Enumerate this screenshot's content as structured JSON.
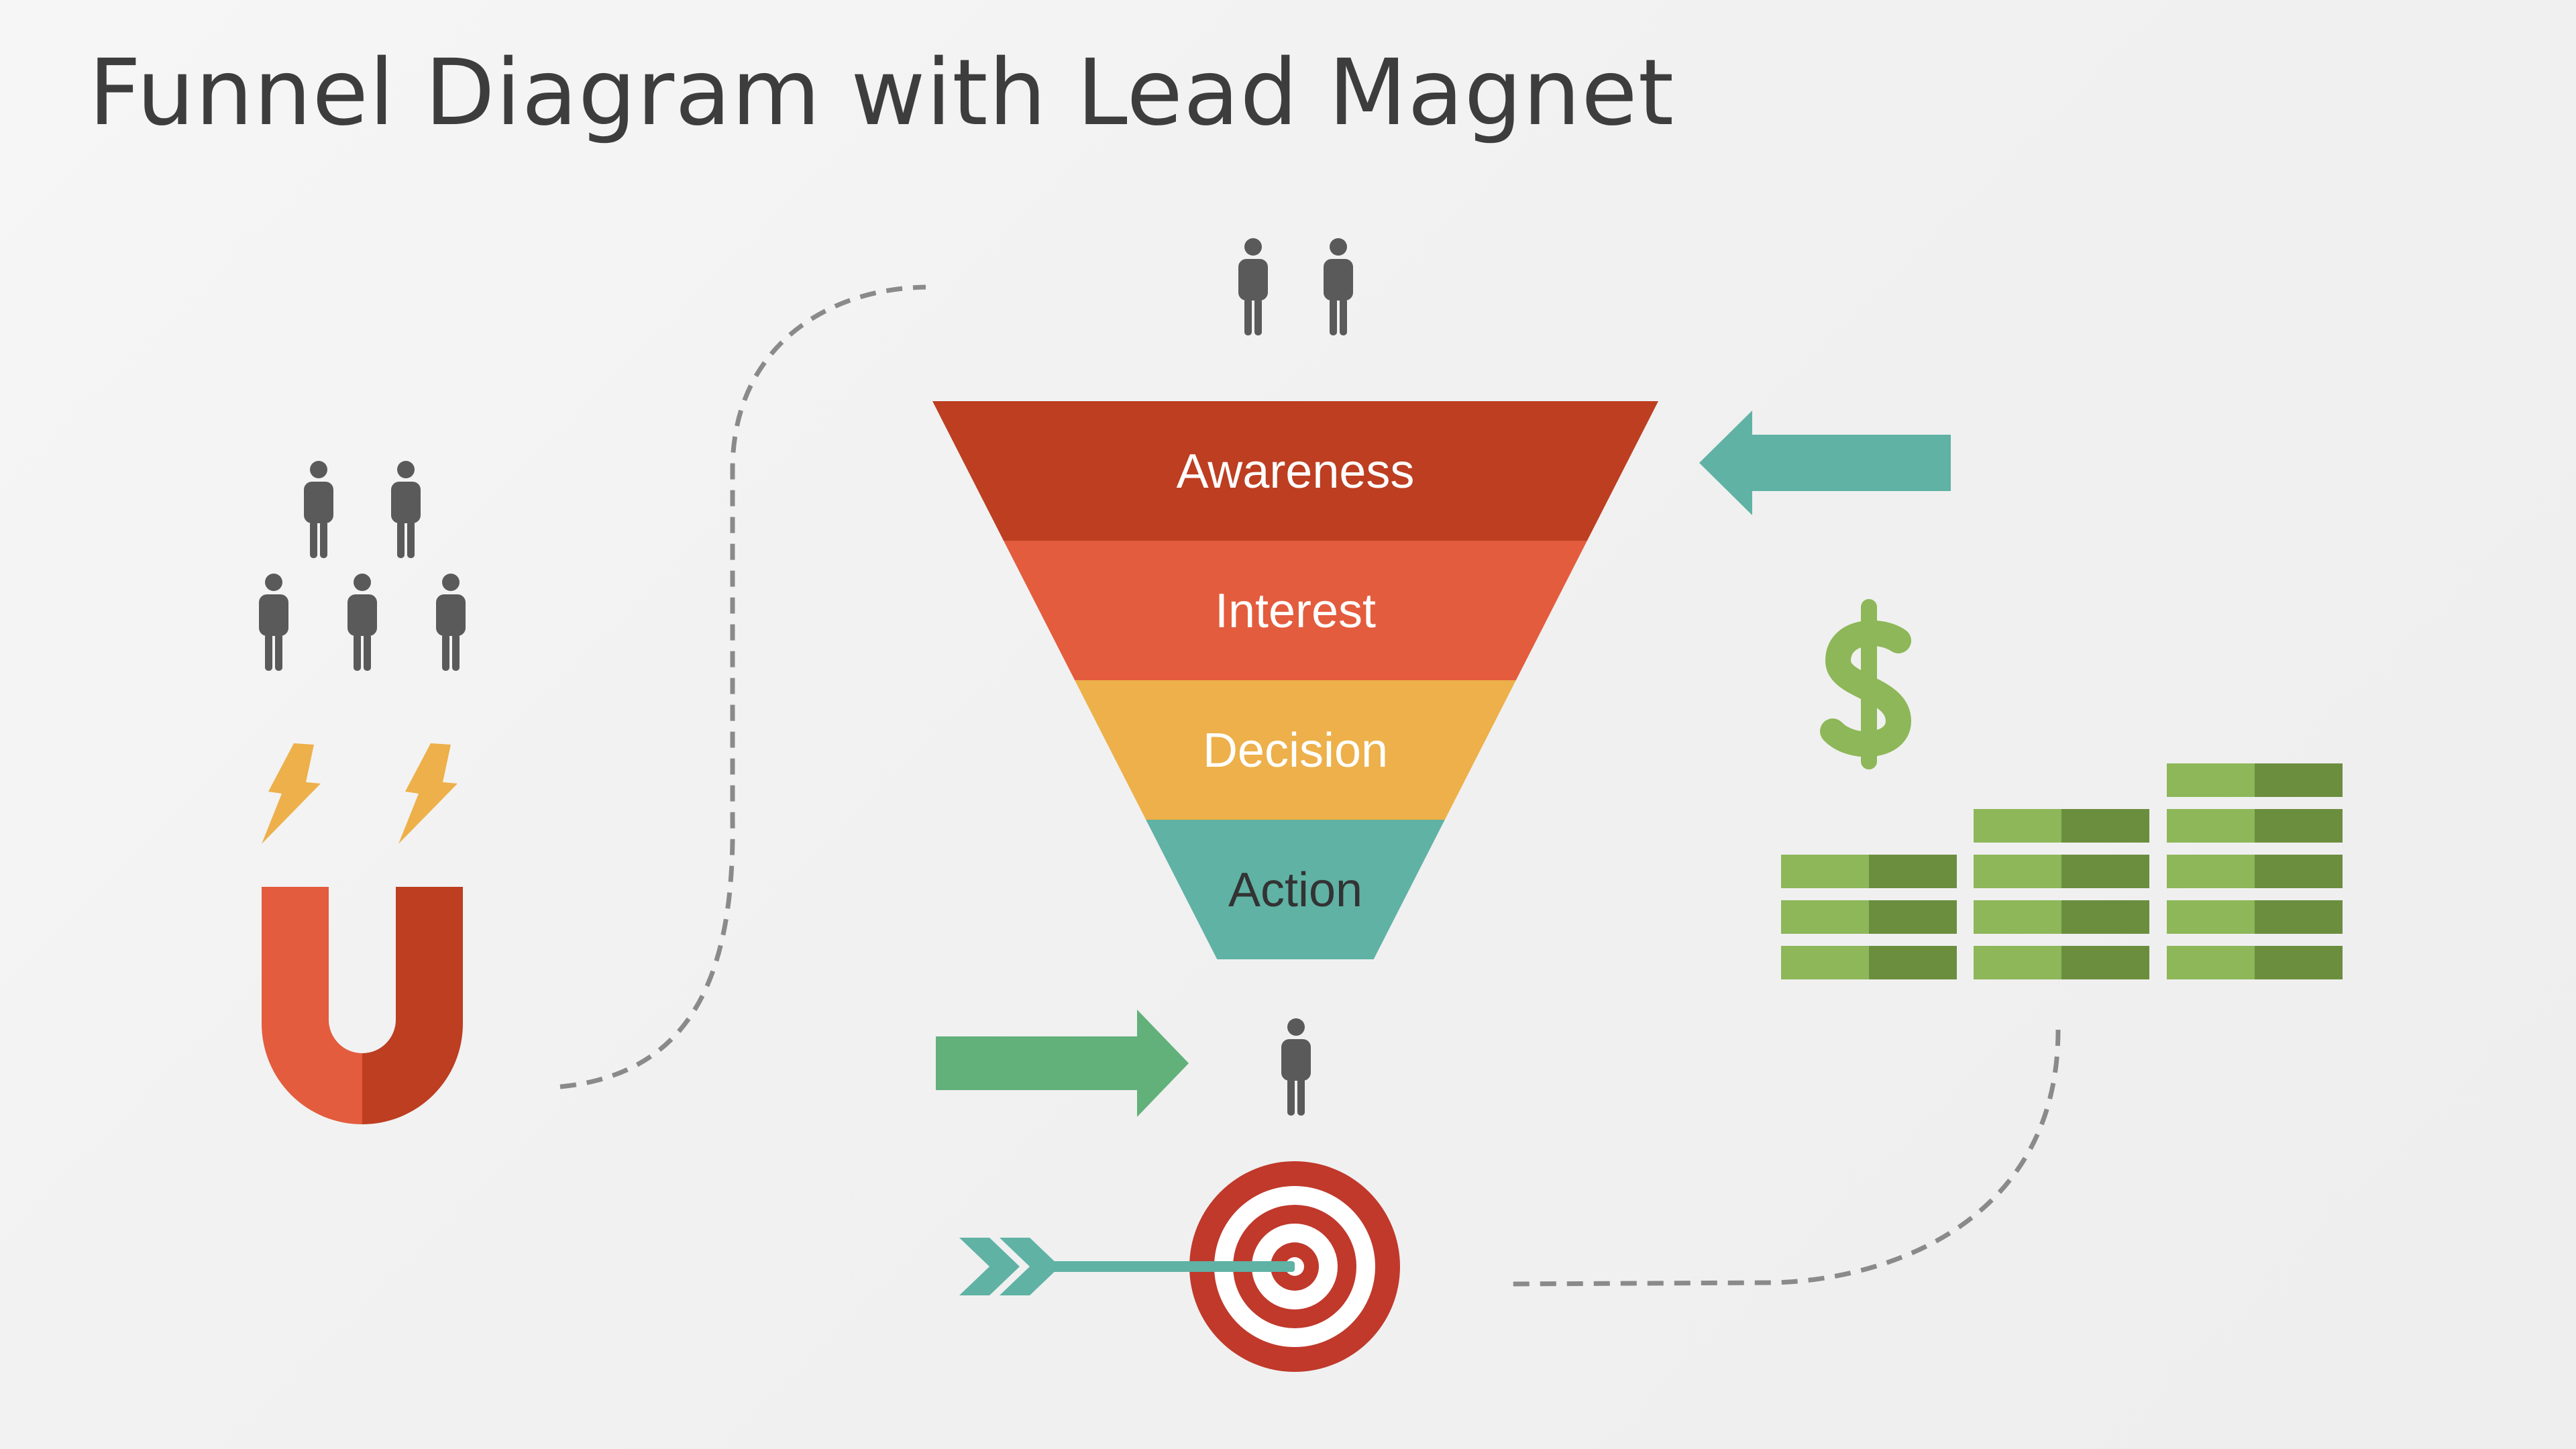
{
  "slide": {
    "title": "Funnel Diagram with Lead Magnet"
  },
  "funnel": {
    "stages": [
      {
        "label": "Awareness",
        "color": "#bd3e21",
        "text_color": "#ffffff"
      },
      {
        "label": "Interest",
        "color": "#e35c3d",
        "text_color": "#ffffff"
      },
      {
        "label": "Decision",
        "color": "#edb04a",
        "text_color": "#ffffff"
      },
      {
        "label": "Action",
        "color": "#5fb2a4",
        "text_color": "#333333"
      }
    ]
  },
  "icons": {
    "people_group": "people-group-icon",
    "magnet": "magnet-icon",
    "lightning": "lightning-icon",
    "funnel_people": "people-icon",
    "single_person": "person-icon",
    "target": "target-icon",
    "arrow": "arrow-icon",
    "dollar": "dollar-icon",
    "money_stacks": "money-stack-icon"
  },
  "colors": {
    "person": "#5a5a5a",
    "teal_arrow": "#5fb2a4",
    "green_arrow": "#62b07a",
    "dollar": "#8db758",
    "money_light": "#8db758",
    "money_dark": "#6b8e3e",
    "target_red": "#c0392b",
    "magnet_light": "#e35c3d",
    "magnet_dark": "#bd3e21",
    "lightning": "#edb04a",
    "dashed_line": "#8a8a8a"
  }
}
